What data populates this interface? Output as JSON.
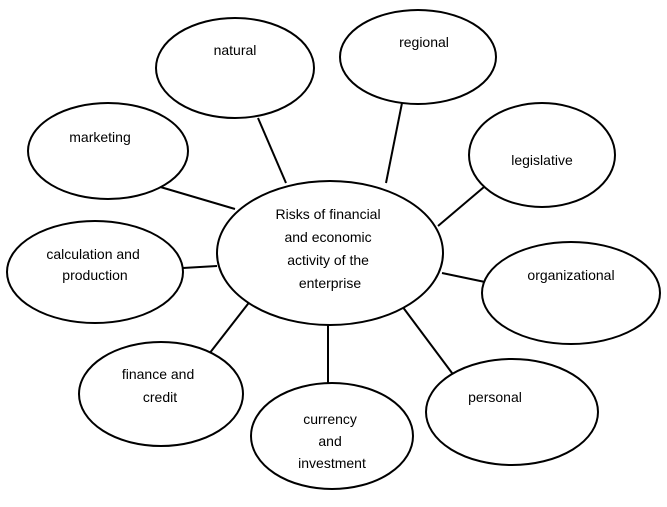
{
  "diagram": {
    "center": {
      "lines": [
        "Risks of financial",
        "and economic",
        "activity of the",
        "enterprise"
      ]
    },
    "nodes": {
      "natural": {
        "lines": [
          "natural"
        ]
      },
      "regional": {
        "lines": [
          "regional"
        ]
      },
      "marketing": {
        "lines": [
          "marketing"
        ]
      },
      "legislative": {
        "lines": [
          "legislative"
        ]
      },
      "calculation": {
        "lines": [
          "calculation and",
          "production"
        ]
      },
      "organizational": {
        "lines": [
          "organizational"
        ]
      },
      "finance": {
        "lines": [
          "finance and",
          "credit"
        ]
      },
      "currency": {
        "lines": [
          "currency",
          "and",
          "investment"
        ]
      },
      "personal": {
        "lines": [
          "personal"
        ]
      }
    },
    "colors": {
      "stroke": "#000000",
      "fill": "#ffffff",
      "text": "#000000"
    }
  }
}
